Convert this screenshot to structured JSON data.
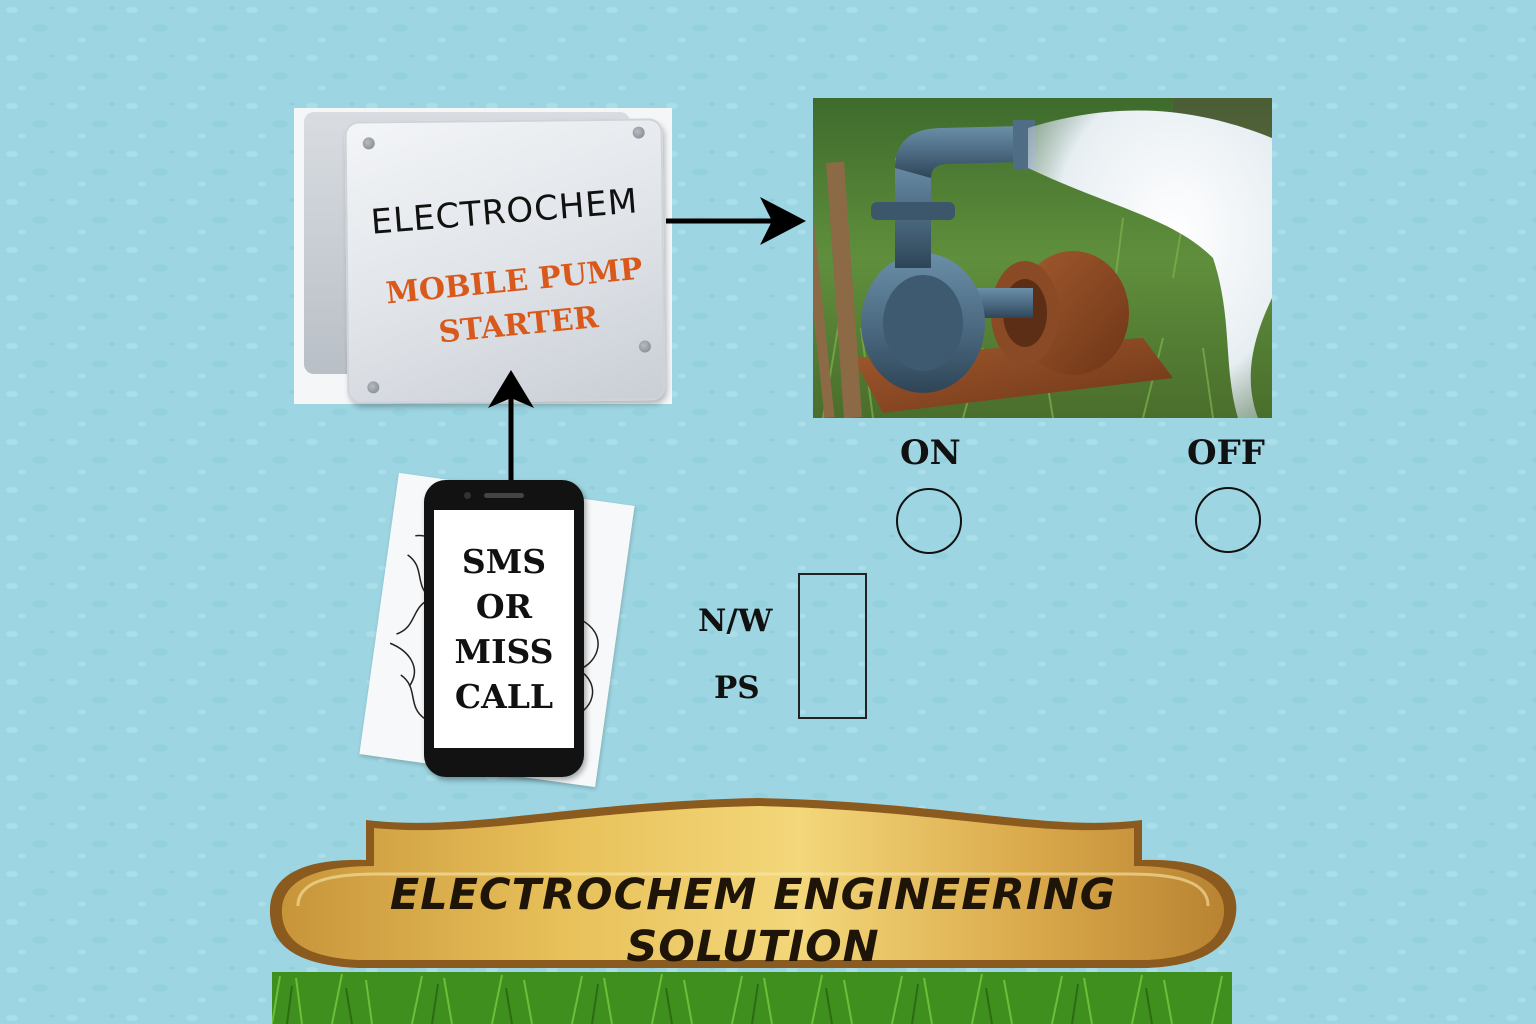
{
  "enclosure": {
    "brand": "ELECTROCHEM",
    "product_line1": "MOBILE PUMP",
    "product_line2": "STARTER"
  },
  "phone": {
    "lines": [
      "SMS",
      "OR",
      "MISS",
      "CALL"
    ]
  },
  "indicators": {
    "on_label": "ON",
    "off_label": "OFF"
  },
  "status_panel": {
    "network_label": "N/W",
    "power_label": "PS"
  },
  "banner": {
    "line1": "ELECTROCHEM ENGINEERING",
    "line2": "SOLUTION"
  },
  "colors": {
    "background": "#9dd6e2",
    "product_text": "#d9591c",
    "banner_gold": "#d9b24a",
    "grass": "#3f8f1f"
  },
  "icons": {
    "pump": "water-pump-photo",
    "phone": "smartphone-icon",
    "arrows": "arrow-icon"
  }
}
